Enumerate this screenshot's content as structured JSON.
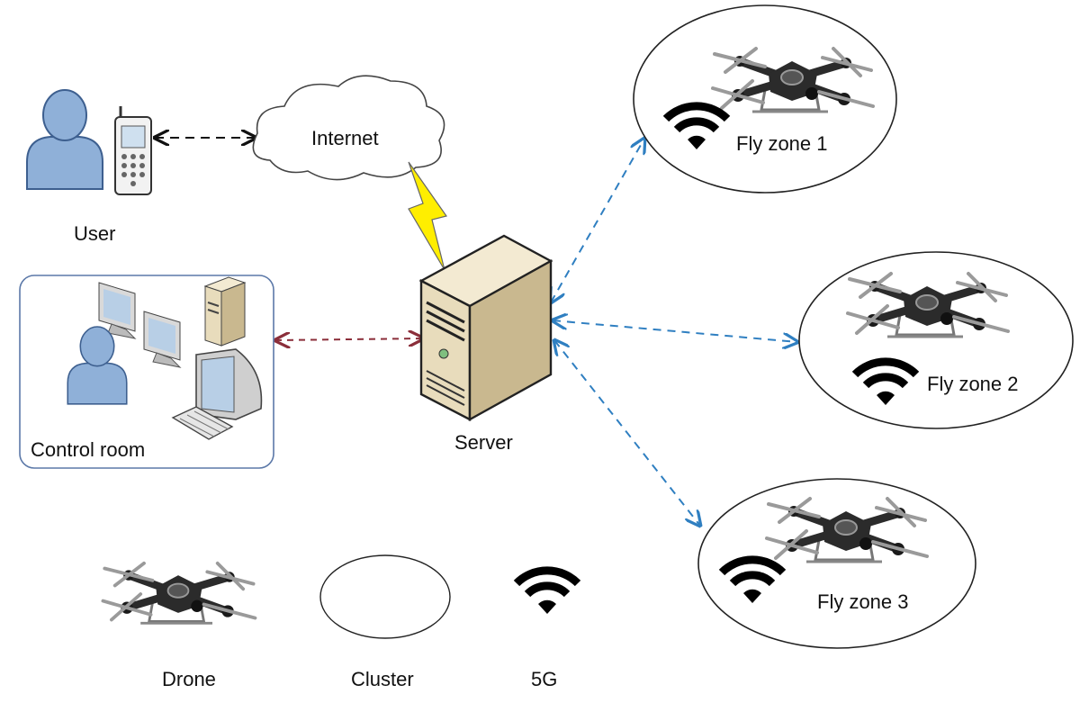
{
  "labels": {
    "user": "User",
    "internet": "Internet",
    "control_room": "Control room",
    "server": "Server",
    "fly_zone_1": "Fly zone 1",
    "fly_zone_2": "Fly zone 2",
    "fly_zone_3": "Fly zone 3",
    "legend_drone": "Drone",
    "legend_cluster": "Cluster",
    "legend_5g": "5G"
  },
  "colors": {
    "person": "#8fb0d8",
    "person_stroke": "#3d5f8f",
    "server_front": "#e8dcbc",
    "server_side": "#c9b88f",
    "server_top": "#f3ead2",
    "lightning": "#ffee00",
    "link_blue": "#2f7fc1",
    "link_red": "#8b2e3a",
    "link_black": "#111111",
    "panel_border": "#5b78a8",
    "drone": "#2b2b2b",
    "rotor": "#9a9a9a"
  },
  "icons": {
    "user": "person-icon",
    "phone": "mobile-phone-icon",
    "cloud": "cloud-icon",
    "server": "server-tower-icon",
    "drone": "drone-icon",
    "signal": "wifi-5g-icon"
  }
}
